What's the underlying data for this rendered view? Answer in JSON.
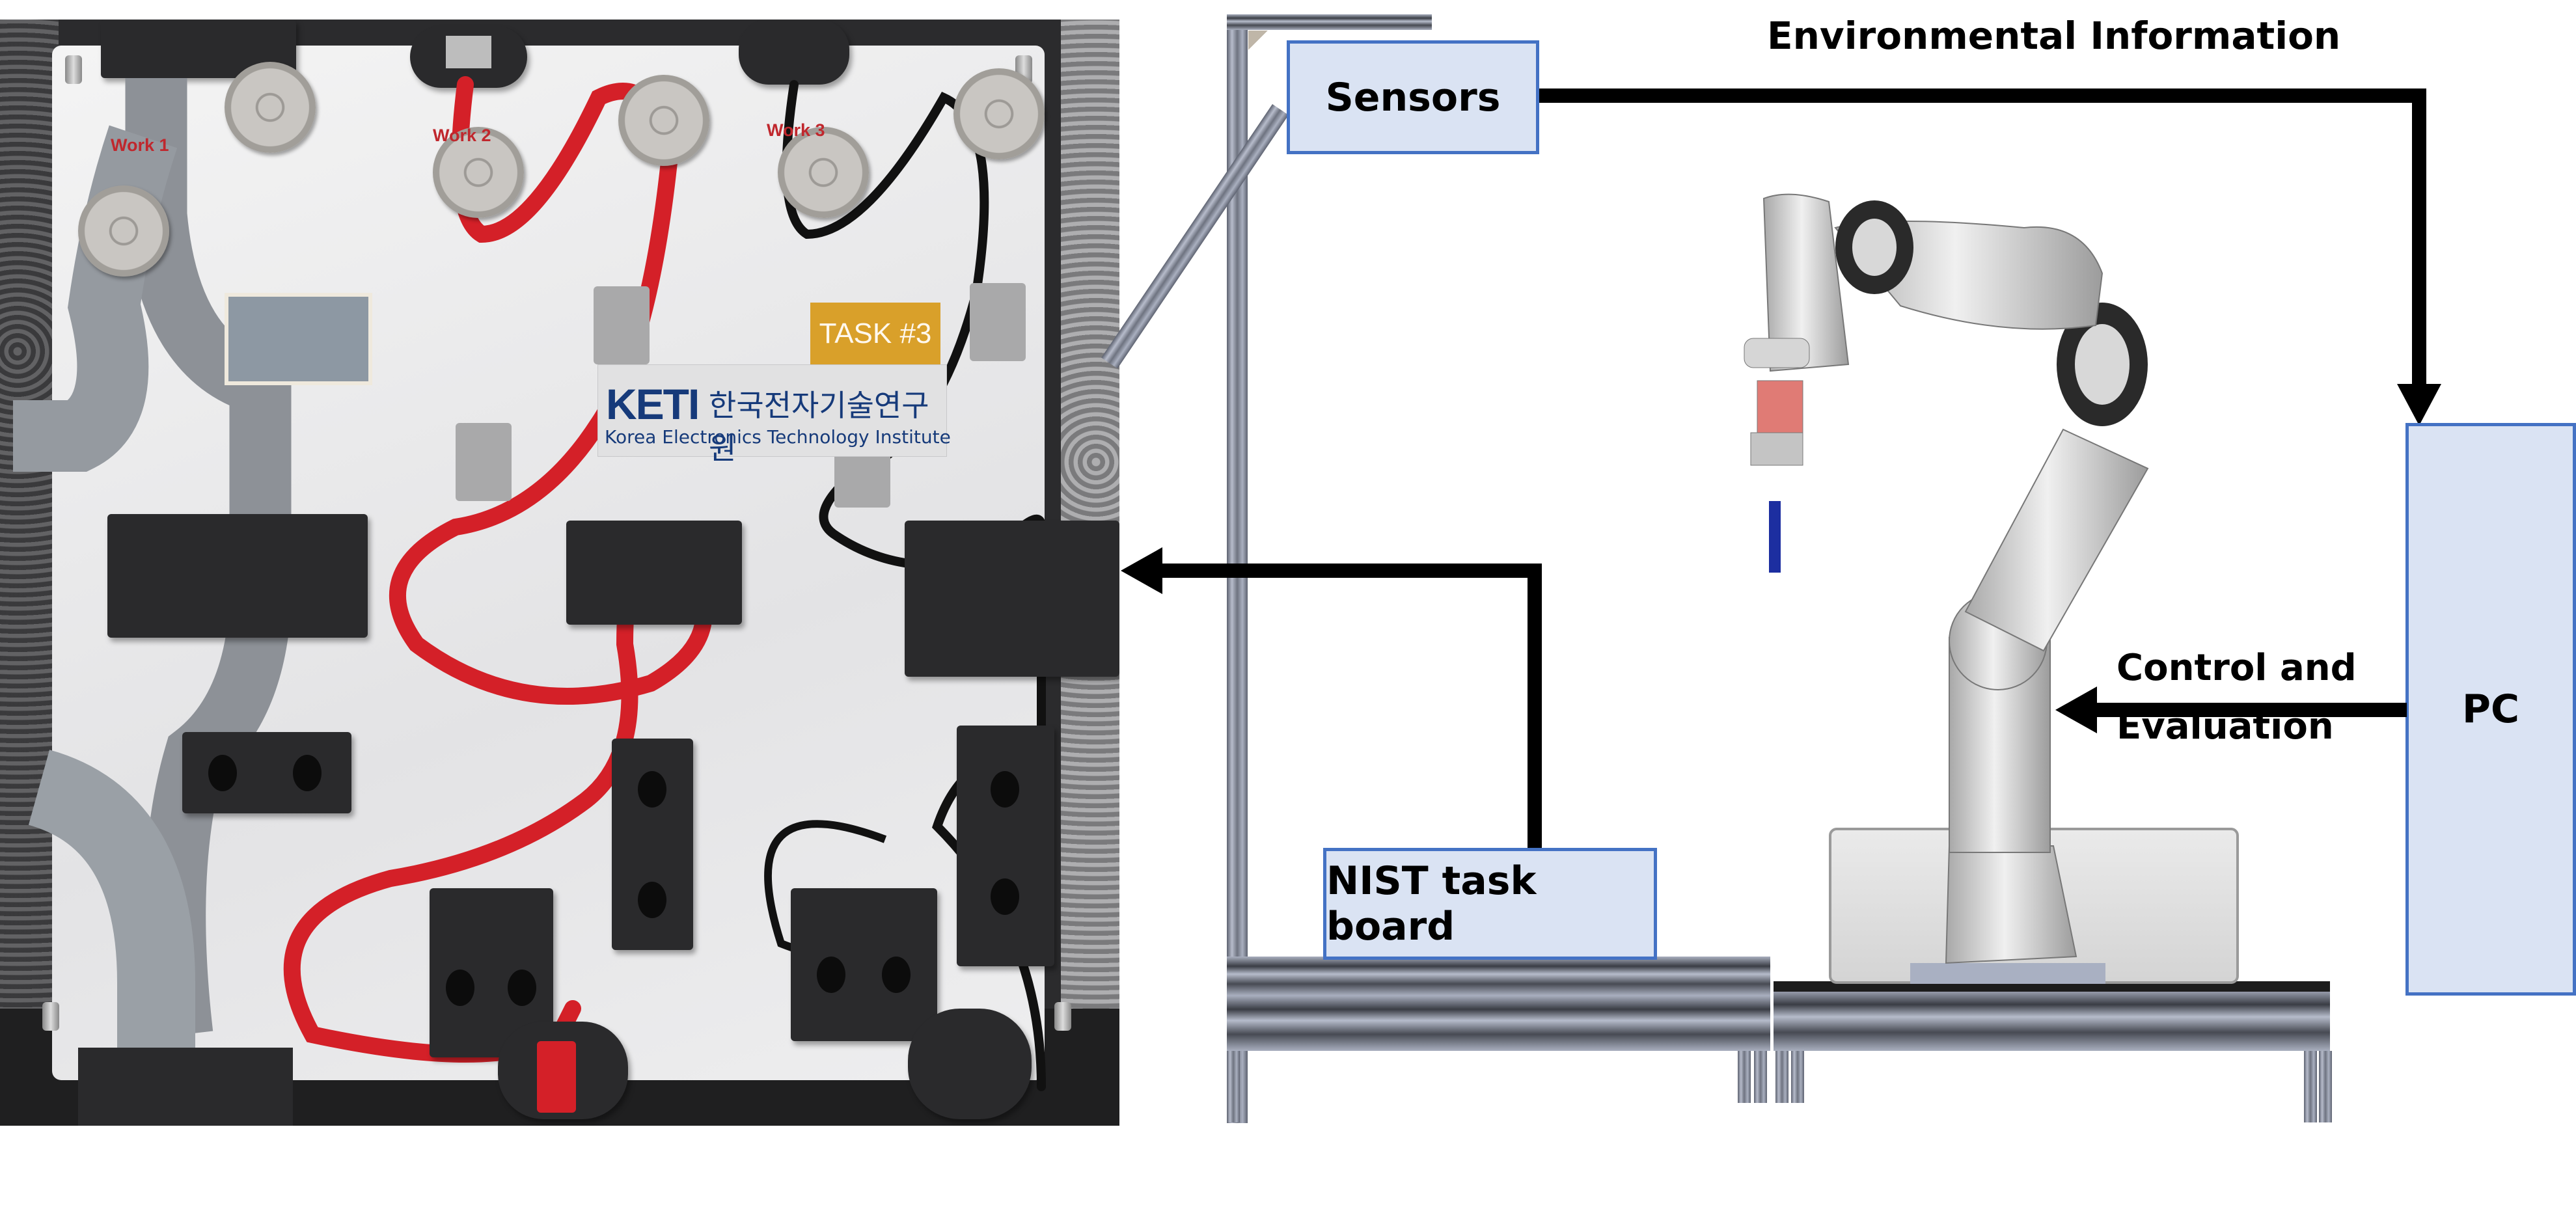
{
  "figure": {
    "left_panel": {
      "description": "Photo of NIST task board",
      "work_labels": [
        "Work 1",
        "Work 2",
        "Work 3"
      ],
      "task_badge": "TASK #3",
      "institute_sign": {
        "logo": "KETI",
        "korean_name": "한국전자기술연구원",
        "english_name": "Korea Electronics Technology Institute"
      }
    },
    "right_panel": {
      "description": "Robot workcell schematic",
      "nodes": {
        "sensors": "Sensors",
        "pc": "PC",
        "task_board": "NIST task board"
      },
      "edges": {
        "environmental_information": "Environmental Information",
        "control_line1": "Control and",
        "control_line2": "Evaluation"
      }
    },
    "colors": {
      "box_fill": "#dae3f3",
      "box_border": "#4472c4",
      "arrow": "#000000",
      "task_badge": "#d9a02a",
      "work_label": "#c0272d",
      "keti_blue": "#163a7a"
    }
  }
}
